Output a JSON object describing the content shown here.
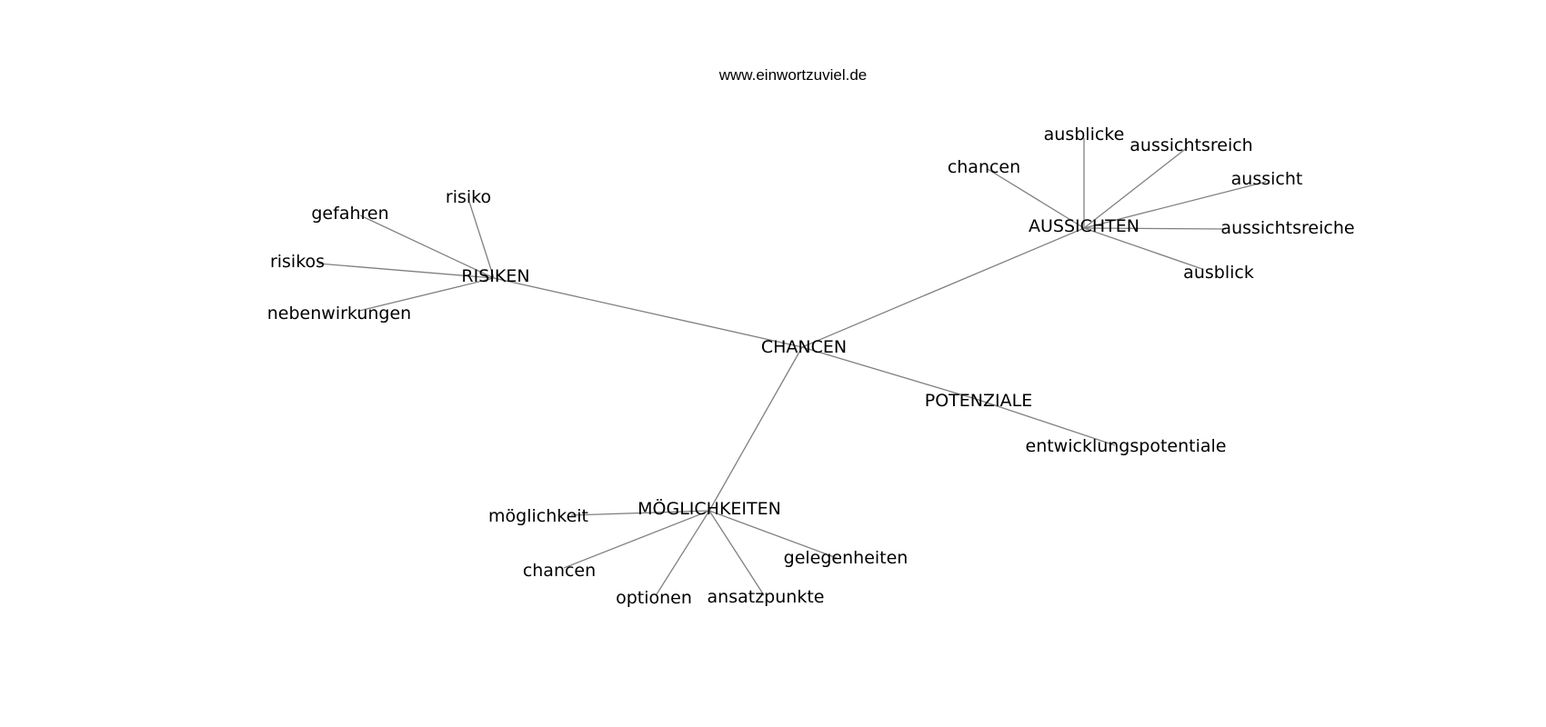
{
  "caption": "www.einwortzuviel.de",
  "root": "CHANCEN",
  "groups": [
    {
      "label": "RISIKEN",
      "children": [
        "risiko",
        "gefahren",
        "risikos",
        "nebenwirkungen"
      ]
    },
    {
      "label": "AUSSICHTEN",
      "children": [
        "ausblicke",
        "aussichtsreich",
        "chancen",
        "aussicht",
        "aussichtsreiche",
        "ausblick"
      ]
    },
    {
      "label": "POTENZIALE",
      "children": [
        "entwicklungspotentiale"
      ]
    },
    {
      "label": "MÖGLICHKEITEN",
      "children": [
        "möglichkeit",
        "chancen",
        "optionen",
        "ansatzpunkte",
        "gelegenheiten"
      ]
    }
  ]
}
